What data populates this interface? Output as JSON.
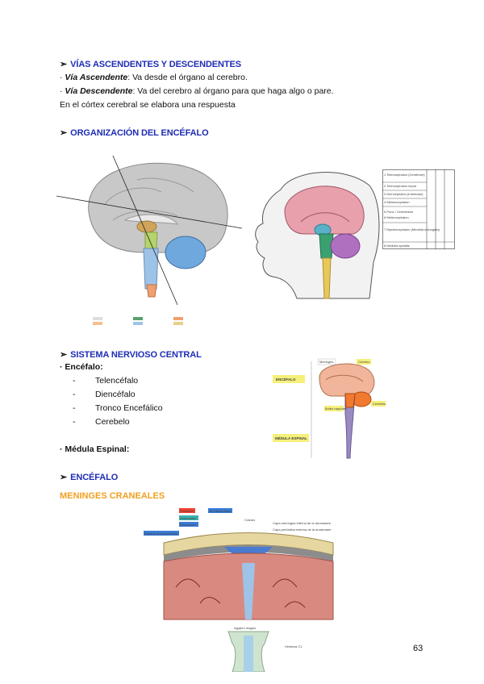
{
  "section1": {
    "heading": "VÍAS ASCENDENTES Y DESCENDENTES",
    "line1_term": "Vía Ascendente",
    "line1_text": ": Va desde el órgano al cerebro.",
    "line2_term": "Vía Descendente",
    "line2_text": ": Va del cerebro al órgano para que haga algo o pare.",
    "line3": "En el córtex cerebral se elabora una respuesta"
  },
  "section2": {
    "heading": "ORGANIZACIÓN DEL ENCÉFALO",
    "table_rows": [
      "1 Telencephalon (Cerebrum)",
      "2 Telencephalon impar",
      "3 Diencephalon (Interbrain)",
      "4 Mesencephalon",
      "5 Pons / Cerebellum",
      "6 Metencephalon",
      "7 Myelencephalon (Medulla oblongata)",
      "8 Medulla spinalis"
    ]
  },
  "section3": {
    "heading": "SISTEMA NERVIOSO CENTRAL",
    "encefalo_label": "Encéfalo:",
    "items": [
      "Telencéfalo",
      "Diencéfalo",
      "Tronco Encefálico",
      "Cerebelo"
    ],
    "medula_label": "Médula Espinal:",
    "fig_labels": {
      "encefalo": "ENCÉFALO",
      "medula": "MÉDULA ESPINAL",
      "meninges": "Meninges",
      "cerebro": "Cerebro",
      "cerebelo": "Cerebelo",
      "bulbo": "Bulbo raquídeo"
    }
  },
  "section4": {
    "heading": "ENCÉFALO",
    "subheading": "MENINGES CRANEALES",
    "fig_labels": {
      "piamadre": "Piamadre",
      "sin_capas": "Sin capas finas",
      "aracnoides": "Aracnoides",
      "duramadre": "Duramadre",
      "espacio": "Espacio subaracnoideo",
      "craneo": "Cráneo",
      "capa_meningea": "Capa meníngea interna de la duramadre",
      "capa_periostica": "Capa perióstica externa de la duramadre",
      "agujero": "Agujero magno",
      "vertebra": "Vértebra C1"
    }
  },
  "page_number": "63"
}
